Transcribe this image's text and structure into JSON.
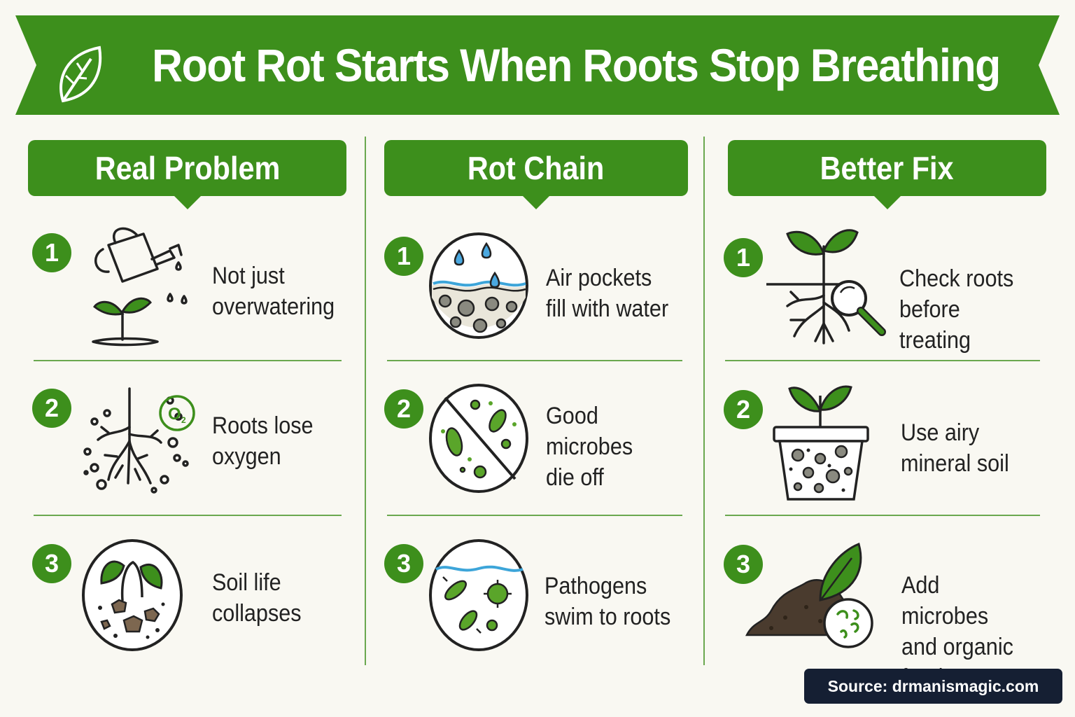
{
  "banner": {
    "title": "Root Rot Starts When Roots Stop Breathing",
    "icon": "leaf-icon",
    "color": "#3d8f1c"
  },
  "columns": [
    {
      "header": "Real Problem",
      "items": [
        {
          "number": "1",
          "label": "Not just\noverwatering",
          "icon": "watering-can-seedling-icon"
        },
        {
          "number": "2",
          "label": "Roots lose\noxygen",
          "icon": "roots-oxygen-icon"
        },
        {
          "number": "3",
          "label": "Soil life\ncollapses",
          "icon": "wilted-sprout-soil-icon"
        }
      ]
    },
    {
      "header": "Rot Chain",
      "items": [
        {
          "number": "1",
          "label": "Air pockets\nfill with water",
          "icon": "waterlogged-soil-icon"
        },
        {
          "number": "2",
          "label": "Good\nmicrobes\ndie off",
          "icon": "no-microbes-icon"
        },
        {
          "number": "3",
          "label": "Pathogens\nswim to roots",
          "icon": "pathogens-icon"
        }
      ]
    },
    {
      "header": "Better Fix",
      "items": [
        {
          "number": "1",
          "label": "Check roots\nbefore treating",
          "icon": "roots-magnifier-icon"
        },
        {
          "number": "2",
          "label": "Use airy\nmineral soil",
          "icon": "pot-mineral-soil-icon"
        },
        {
          "number": "3",
          "label": "Add microbes\nand organic food",
          "icon": "compost-microbes-icon"
        }
      ]
    }
  ],
  "source": "Source: drmanismagic.com",
  "colors": {
    "green": "#3d8f1c",
    "light_green": "#6aa84f",
    "background": "#f9f8f2",
    "source_bg": "#151f33"
  }
}
